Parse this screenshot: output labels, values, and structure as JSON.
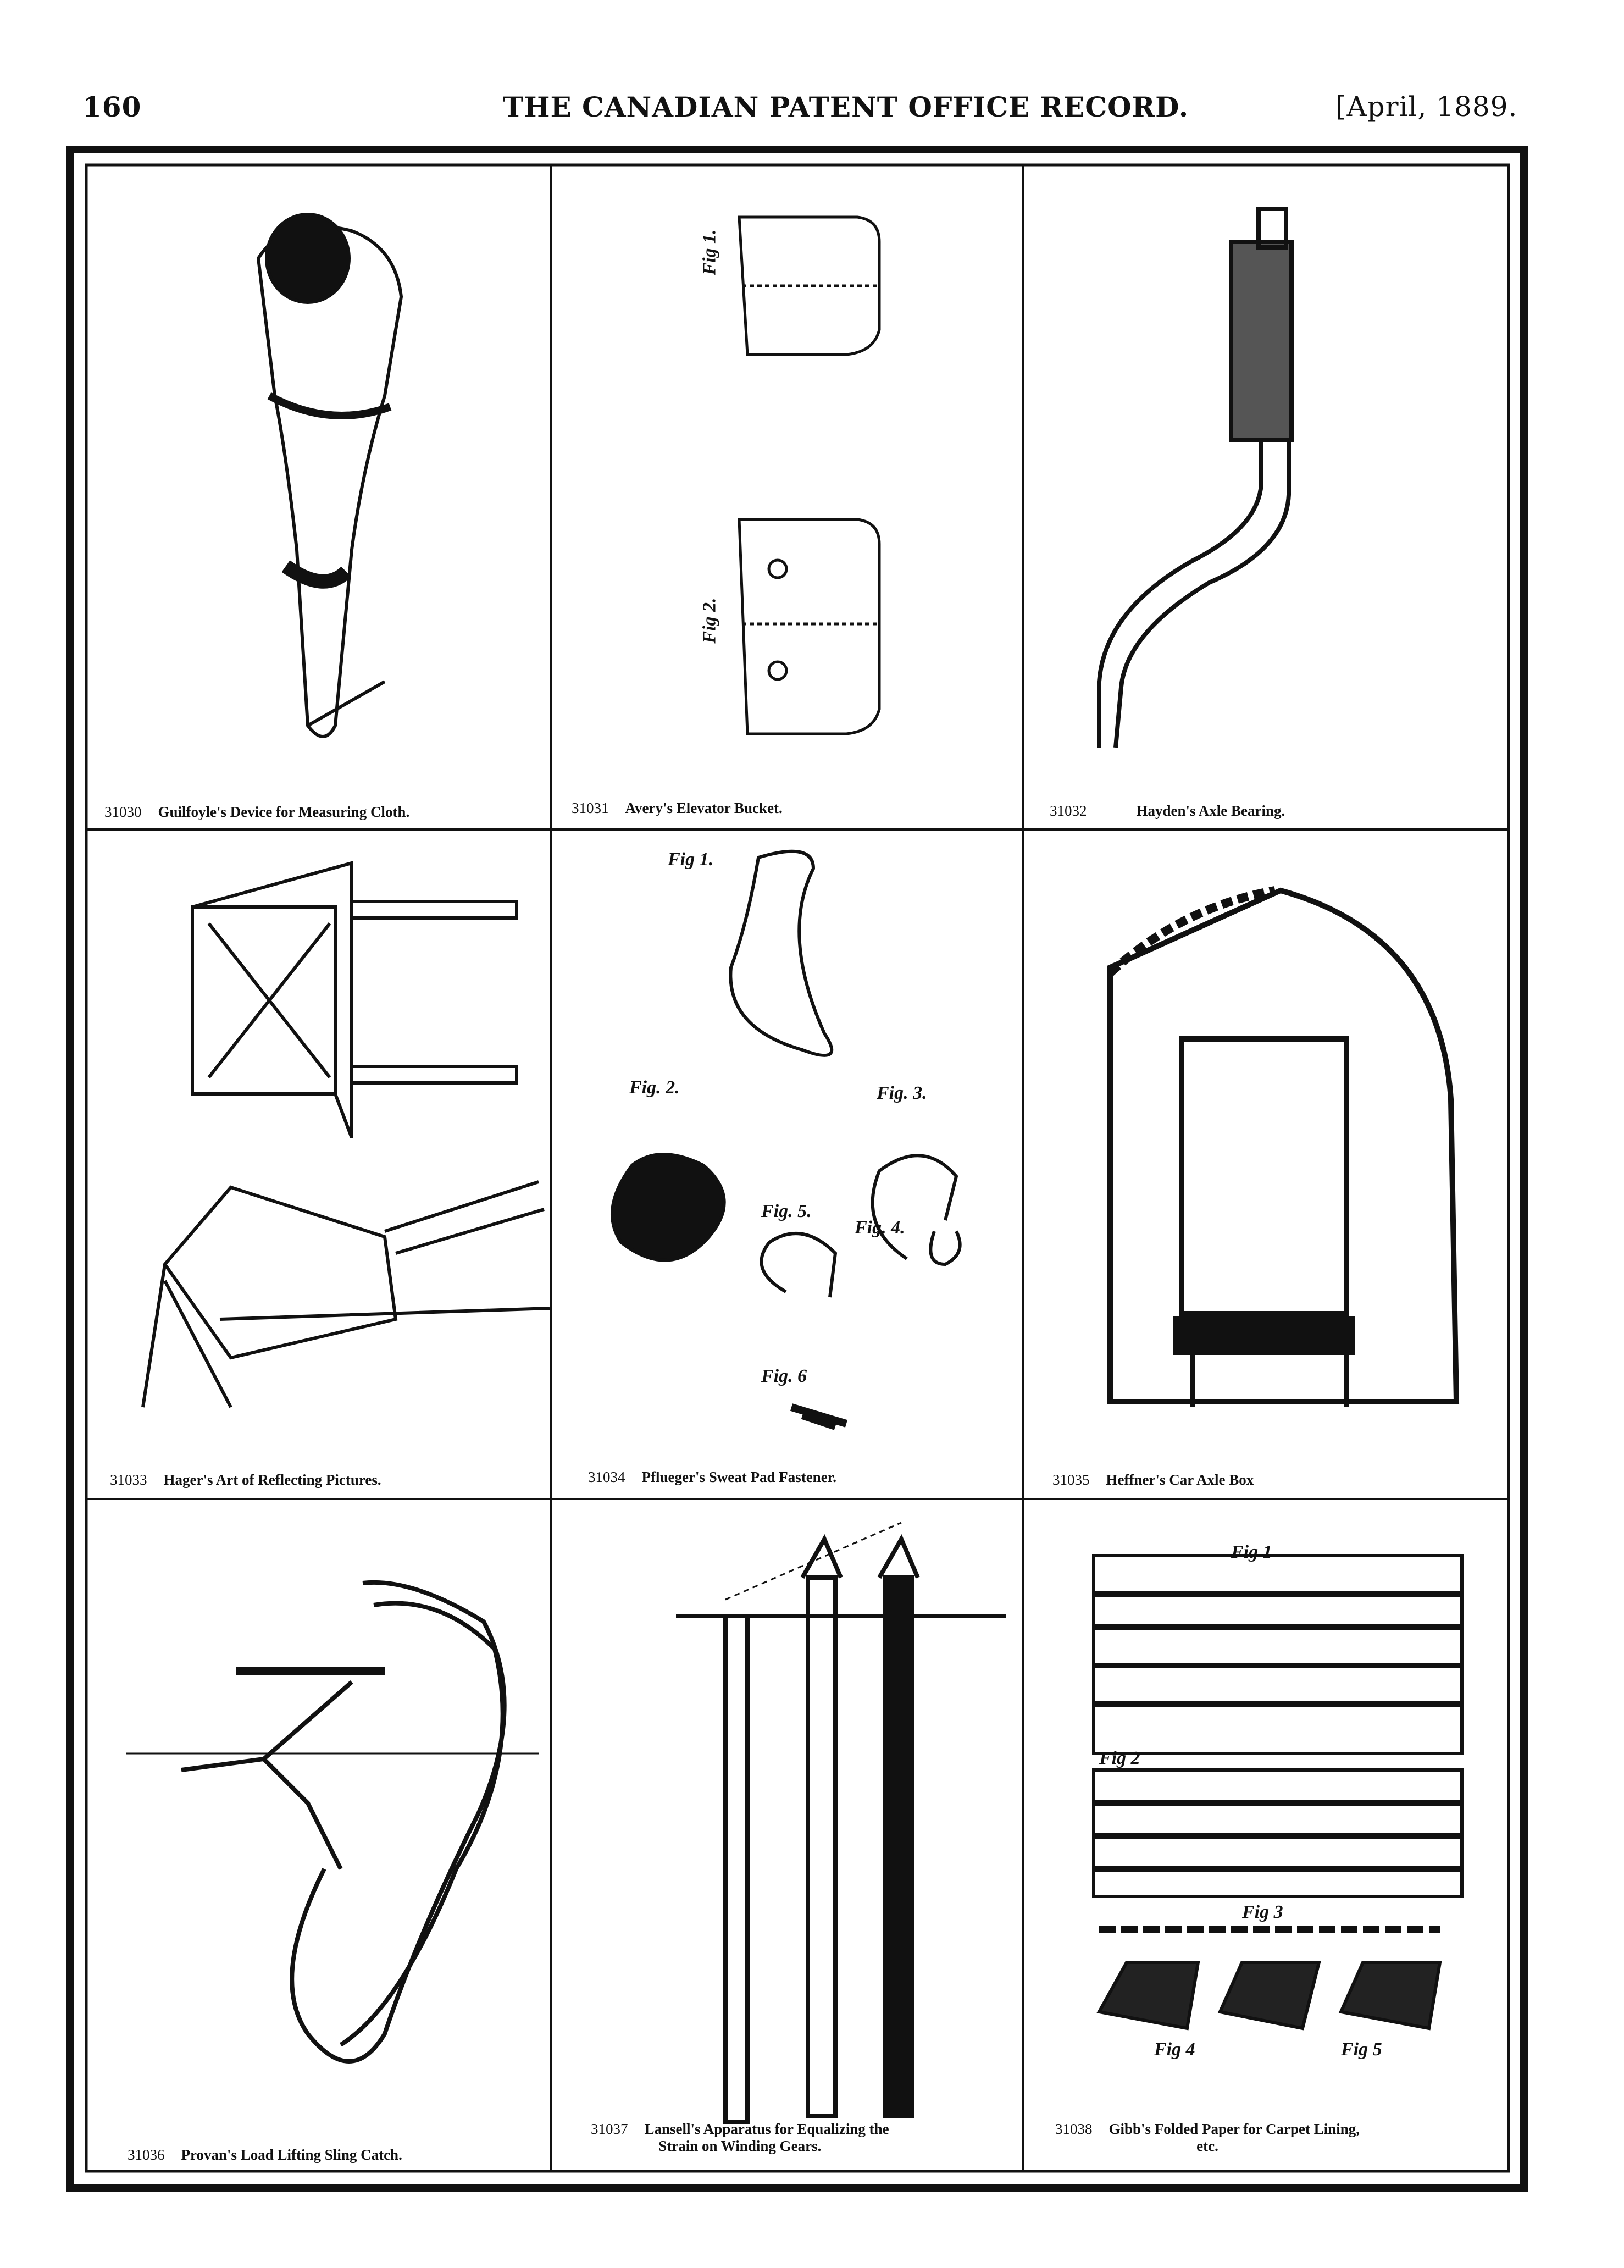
{
  "header": {
    "page_number": "160",
    "title": "THE CANADIAN PATENT OFFICE RECORD.",
    "date": "[April, 1889."
  },
  "plates": [
    {
      "number": "31030",
      "title": "Guilfoyle's Device for Measuring Cloth."
    },
    {
      "number": "31031",
      "title": "Avery's Elevator Bucket."
    },
    {
      "number": "31032",
      "title": "Hayden's Axle Bearing."
    },
    {
      "number": "31033",
      "title": "Hager's Art of Reflecting Pictures."
    },
    {
      "number": "31034",
      "title": "Pflueger's Sweat Pad Fastener."
    },
    {
      "number": "31035",
      "title": "Heffner's Car Axle Box"
    },
    {
      "number": "31036",
      "title": "Provan's Load Lifting Sling Catch."
    },
    {
      "number": "31037",
      "title": "Lansell's Apparatus for Equalizing the",
      "title2": "Strain on Winding Gears."
    },
    {
      "number": "31038",
      "title": "Gibb's Folded Paper for Carpet Lining,",
      "title2": "etc."
    }
  ],
  "figure_labels": {
    "avery": [
      "Fig 1.",
      "Fig 2."
    ],
    "pflueger": [
      "Fig 1.",
      "Fig. 2.",
      "Fig. 3.",
      "Fig. 4.",
      "Fig. 5.",
      "Fig. 6"
    ],
    "gibb": [
      "Fig 1",
      "Fig 2",
      "Fig 3",
      "Fig 4",
      "Fig 5"
    ]
  }
}
